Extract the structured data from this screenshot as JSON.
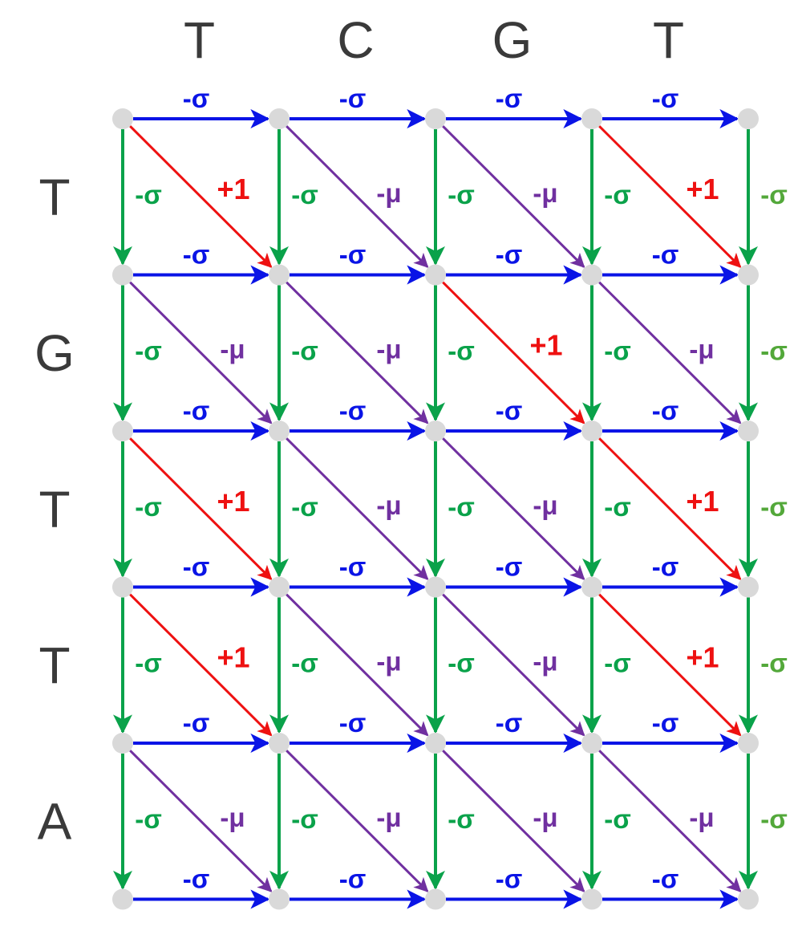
{
  "columns": [
    "T",
    "C",
    "G",
    "T"
  ],
  "rows": [
    "T",
    "G",
    "T",
    "T",
    "A"
  ],
  "labels": {
    "horizontal": "-σ",
    "vertical": "-σ",
    "match": "+1",
    "mismatch": "-μ"
  },
  "colors": {
    "horizontal": "#0a14e6",
    "vertical": "#0aa24a",
    "vertical_label_last_column": "#53a83a",
    "match": "#ee1111",
    "mismatch": "#7030a0",
    "node": "#d9d9d9",
    "sequence_letter": "#3a3a3a"
  }
}
